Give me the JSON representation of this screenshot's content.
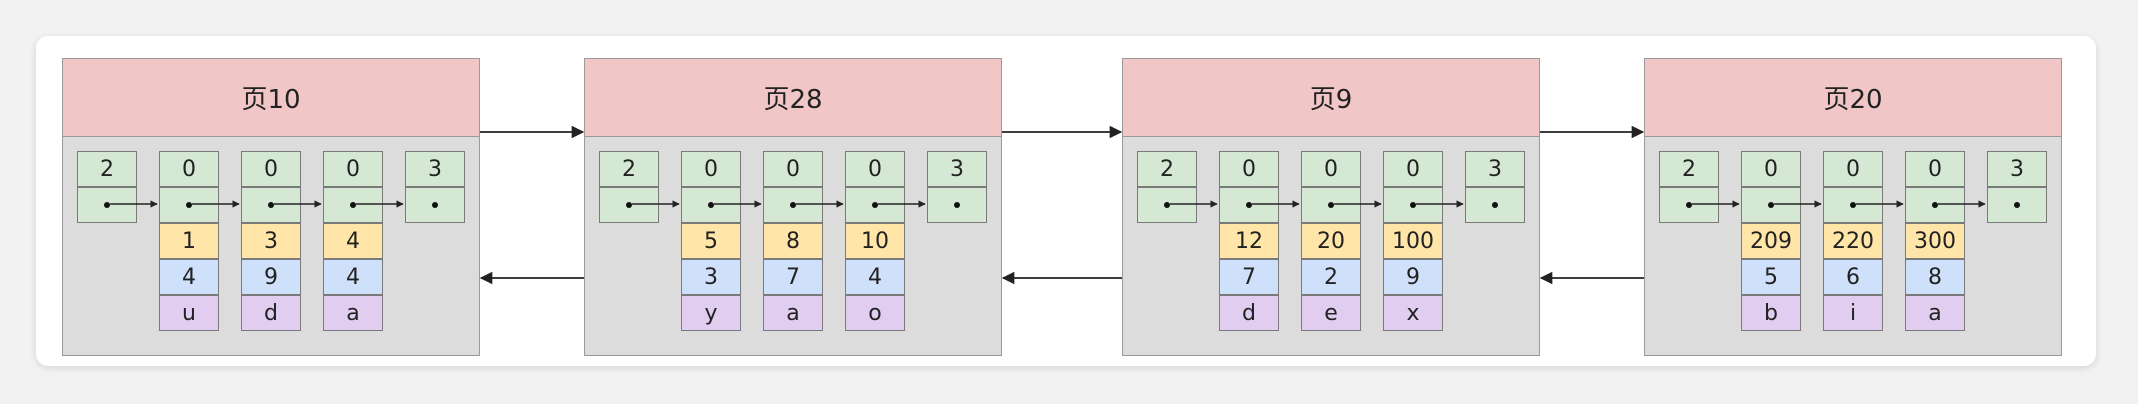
{
  "pages": [
    {
      "title": "页10",
      "records": [
        {
          "head": "2"
        },
        {
          "head": "0",
          "key": "1",
          "val": "4",
          "txt": "u"
        },
        {
          "head": "0",
          "key": "3",
          "val": "9",
          "txt": "d"
        },
        {
          "head": "0",
          "key": "4",
          "val": "4",
          "txt": "a"
        },
        {
          "head": "3"
        }
      ]
    },
    {
      "title": "页28",
      "records": [
        {
          "head": "2"
        },
        {
          "head": "0",
          "key": "5",
          "val": "3",
          "txt": "y"
        },
        {
          "head": "0",
          "key": "8",
          "val": "7",
          "txt": "a"
        },
        {
          "head": "0",
          "key": "10",
          "val": "4",
          "txt": "o"
        },
        {
          "head": "3"
        }
      ]
    },
    {
      "title": "页9",
      "records": [
        {
          "head": "2"
        },
        {
          "head": "0",
          "key": "12",
          "val": "7",
          "txt": "d"
        },
        {
          "head": "0",
          "key": "20",
          "val": "2",
          "txt": "e"
        },
        {
          "head": "0",
          "key": "100",
          "val": "9",
          "txt": "x"
        },
        {
          "head": "3"
        }
      ]
    },
    {
      "title": "页20",
      "records": [
        {
          "head": "2"
        },
        {
          "head": "0",
          "key": "209",
          "val": "5",
          "txt": "b"
        },
        {
          "head": "0",
          "key": "220",
          "val": "6",
          "txt": "i"
        },
        {
          "head": "0",
          "key": "300",
          "val": "8",
          "txt": "a"
        },
        {
          "head": "3"
        }
      ]
    }
  ],
  "colors": {
    "header": "#f1c6c6",
    "page_body": "#dcdcdc",
    "record_head": "#d5e8d4",
    "key": "#ffe6a8",
    "value": "#cfe0fb",
    "text": "#e0cdef"
  }
}
